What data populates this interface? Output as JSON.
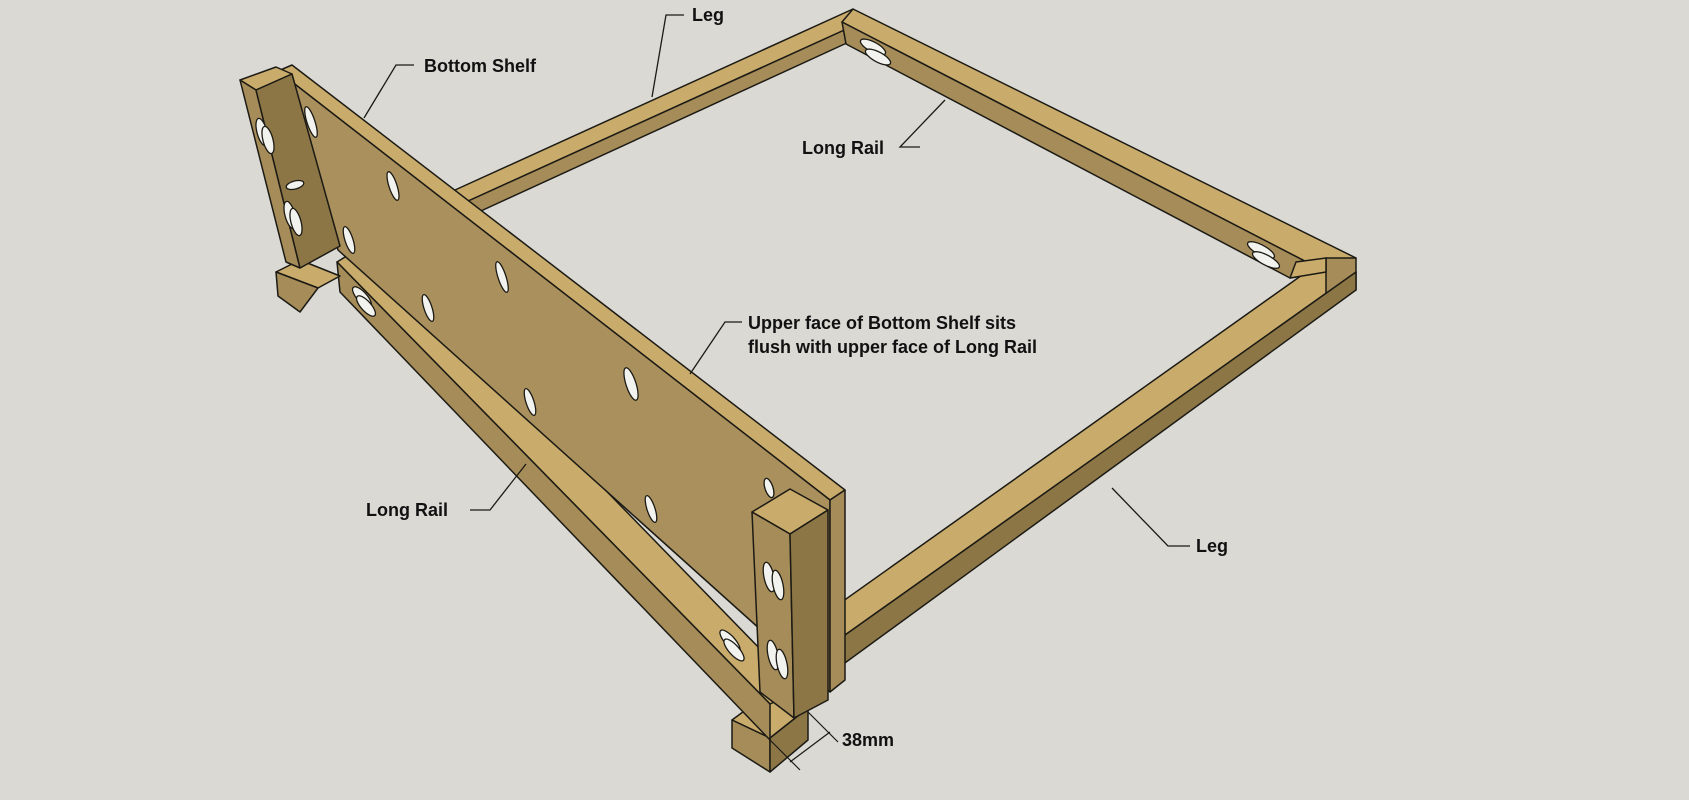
{
  "labels": {
    "leg_top": "Leg",
    "bottom_shelf": "Bottom Shelf",
    "long_rail_back": "Long Rail",
    "note_line1": "Upper face of Bottom Shelf sits",
    "note_line2": "flush with upper face of Long Rail",
    "long_rail_front": "Long Rail",
    "leg_right": "Leg",
    "dimension": "38mm"
  },
  "colors": {
    "background": "#dad9d4",
    "wood_top": "#c9ac6c",
    "wood_side": "#a58c58",
    "shelf_face": "#a9905d",
    "outline": "#1c1a14"
  }
}
